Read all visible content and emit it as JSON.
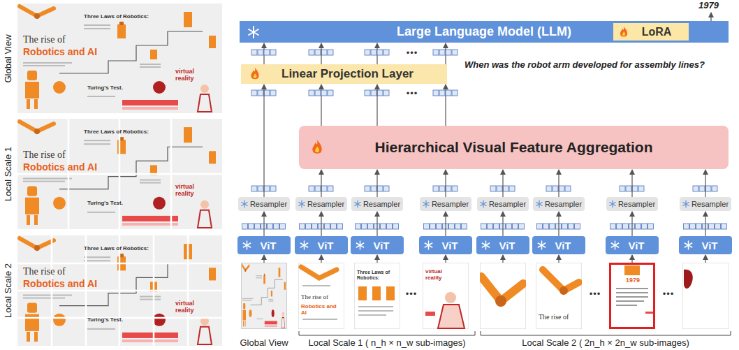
{
  "diagram": {
    "nodes": [
      {
        "text": [
          "Large Language Model (LLM)"
        ]
      },
      {
        "text": [
          "LoRA"
        ],
        "in": 0
      },
      {
        "text": [
          "Linear Projection Layer"
        ]
      },
      {
        "text": [
          "Hierarchical Visual Feature Aggregation"
        ]
      },
      {
        "text": [
          "Resampler"
        ]
      },
      {
        "text": [
          "Resampler"
        ]
      },
      {
        "text": [
          "Resampler"
        ]
      },
      {
        "text": [
          "Resampler"
        ]
      },
      {
        "text": [
          "Resampler"
        ]
      },
      {
        "text": [
          "Resampler"
        ]
      },
      {
        "text": [
          "Resampler"
        ]
      },
      {
        "text": [
          "Resampler"
        ]
      },
      {
        "text": [
          "ViT"
        ]
      },
      {
        "text": [
          "ViT"
        ]
      },
      {
        "text": [
          "ViT"
        ]
      },
      {
        "text": [
          "ViT"
        ]
      },
      {
        "text": [
          "ViT"
        ]
      },
      {
        "text": [
          "ViT"
        ]
      },
      {
        "text": [
          "ViT"
        ]
      },
      {
        "text": [
          "ViT"
        ]
      }
    ],
    "edges": [
      {
        "from": 12,
        "to": 4,
        "arrow": "to"
      },
      {
        "from": 13,
        "to": 5,
        "arrow": "to"
      },
      {
        "from": 14,
        "to": 6,
        "arrow": "to"
      },
      {
        "from": 15,
        "to": 7,
        "arrow": "to"
      },
      {
        "from": 16,
        "to": 8,
        "arrow": "to"
      },
      {
        "from": 17,
        "to": 9,
        "arrow": "to"
      },
      {
        "from": 18,
        "to": 10,
        "arrow": "to"
      },
      {
        "from": 19,
        "to": 11,
        "arrow": "to"
      },
      {
        "from": 4,
        "to": 2,
        "arrow": "to"
      },
      {
        "from": 5,
        "to": 3,
        "arrow": "to"
      },
      {
        "from": 6,
        "to": 3,
        "arrow": "to"
      },
      {
        "from": 7,
        "to": 3,
        "arrow": "to"
      },
      {
        "from": 8,
        "to": 3,
        "arrow": "to"
      },
      {
        "from": 9,
        "to": 3,
        "arrow": "to"
      },
      {
        "from": 10,
        "to": 3,
        "arrow": "to"
      },
      {
        "from": 11,
        "to": 3,
        "arrow": "to"
      },
      {
        "from": 3,
        "to": 2,
        "arrow": "to"
      },
      {
        "from": 2,
        "to": 0,
        "arrow": "to"
      }
    ],
    "labels": [
      "1979",
      "When was the robot arm developed for assembly lines?",
      "Global View",
      "Local Scale 1",
      "Local Scale 2",
      "The rise of",
      "Robotics and AI",
      "Three Laws of Robotics:",
      "virtual reality",
      "Turing's Test.",
      "The rise of",
      "Robotics and AI",
      "Three Laws of Robotics:",
      "virtual reality",
      "Turing's Test.",
      "The rise of",
      "Robotics and AI",
      "Three Laws of Robotics:",
      "virtual reality",
      "Turing's Test.",
      "Global View",
      "Local Scale 1 ( n_h × n_w sub-images)",
      "Local Scale 2 ( 2n_h × 2n_w sub-images)",
      "The rise of",
      "Robotics and AI",
      "Three Laws of Robotics:",
      "virtual reality",
      "The rise of",
      "1979",
      "•••",
      "•••",
      "•••",
      "•••",
      "•••"
    ]
  }
}
